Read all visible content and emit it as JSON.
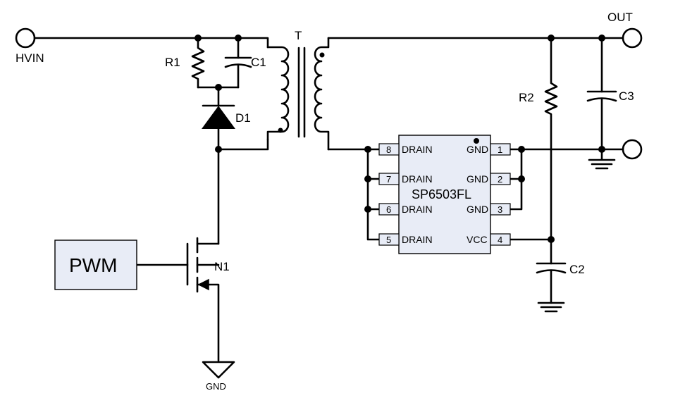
{
  "nodes": {
    "hvin": "HVIN",
    "out": "OUT",
    "gnd": "GND"
  },
  "components": {
    "transformer": "T",
    "r1": "R1",
    "c1": "C1",
    "d1": "D1",
    "n1": "N1",
    "r2": "R2",
    "c2": "C2",
    "c3": "C3",
    "pwm": "PWM"
  },
  "chip": {
    "name": "SP6503FL",
    "left_pins": [
      {
        "num": "8",
        "label": "DRAIN"
      },
      {
        "num": "7",
        "label": "DRAIN"
      },
      {
        "num": "6",
        "label": "DRAIN"
      },
      {
        "num": "5",
        "label": "DRAIN"
      }
    ],
    "right_pins": [
      {
        "num": "1",
        "label": "GND"
      },
      {
        "num": "2",
        "label": "GND"
      },
      {
        "num": "3",
        "label": "GND"
      },
      {
        "num": "4",
        "label": "VCC"
      }
    ]
  },
  "colors": {
    "wire": "#000000",
    "chip_fill": "#e8ecf6",
    "pwm_fill": "#e8ecf6"
  }
}
